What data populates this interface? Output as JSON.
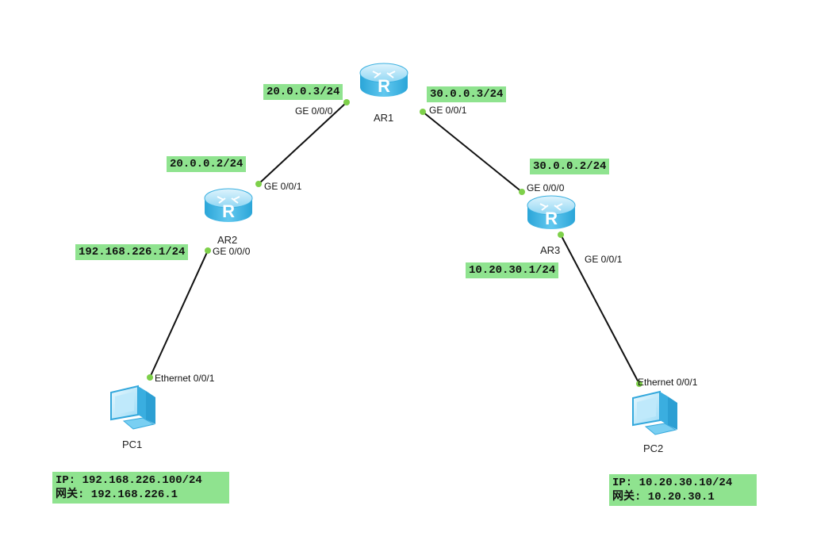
{
  "devices": {
    "ar1": {
      "name": "AR1"
    },
    "ar2": {
      "name": "AR2"
    },
    "ar3": {
      "name": "AR3"
    },
    "pc1": {
      "name": "PC1"
    },
    "pc2": {
      "name": "PC2"
    }
  },
  "links": [
    {
      "from": "AR1",
      "from_port": "GE 0/0/0",
      "from_ip": "20.0.0.3/24",
      "to": "AR2",
      "to_port": "GE 0/0/1",
      "to_ip": "20.0.0.2/24"
    },
    {
      "from": "AR1",
      "from_port": "GE 0/0/1",
      "from_ip": "30.0.0.3/24",
      "to": "AR3",
      "to_port": "GE 0/0/0",
      "to_ip": "30.0.0.2/24"
    },
    {
      "from": "AR2",
      "from_port": "GE 0/0/0",
      "from_ip": "192.168.226.1/24",
      "to": "PC1",
      "to_port": "Ethernet 0/0/1"
    },
    {
      "from": "AR3",
      "from_port": "GE 0/0/1",
      "from_ip": "10.20.30.1/24",
      "to": "PC2",
      "to_port": "Ethernet 0/0/1"
    }
  ],
  "ports": {
    "ar1_ge000": "GE 0/0/0",
    "ar1_ge001": "GE 0/0/1",
    "ar2_ge001": "GE 0/0/1",
    "ar2_ge000": "GE 0/0/0",
    "ar3_ge000": "GE 0/0/0",
    "ar3_ge001": "GE 0/0/1",
    "pc1_eth": "Ethernet 0/0/1",
    "pc2_eth": "Ethernet 0/0/1"
  },
  "ip_labels": {
    "ar1_ge000": "20.0.0.3/24",
    "ar1_ge001": "30.0.0.3/24",
    "ar2_ge001": "20.0.0.2/24",
    "ar3_ge000": "30.0.0.2/24",
    "ar2_ge000": "192.168.226.1/24",
    "ar3_ge001": "10.20.30.1/24"
  },
  "pc_config": {
    "pc1": {
      "ip": "IP: 192.168.226.100/24",
      "gateway": "网关: 192.168.226.1"
    },
    "pc2": {
      "ip": "IP: 10.20.30.10/24",
      "gateway": "网关: 10.20.30.1"
    }
  },
  "colors": {
    "label_bg": "#8fe38f",
    "port_dot": "#7ed04a",
    "link": "#111111",
    "router_body": "#45b8e6"
  }
}
